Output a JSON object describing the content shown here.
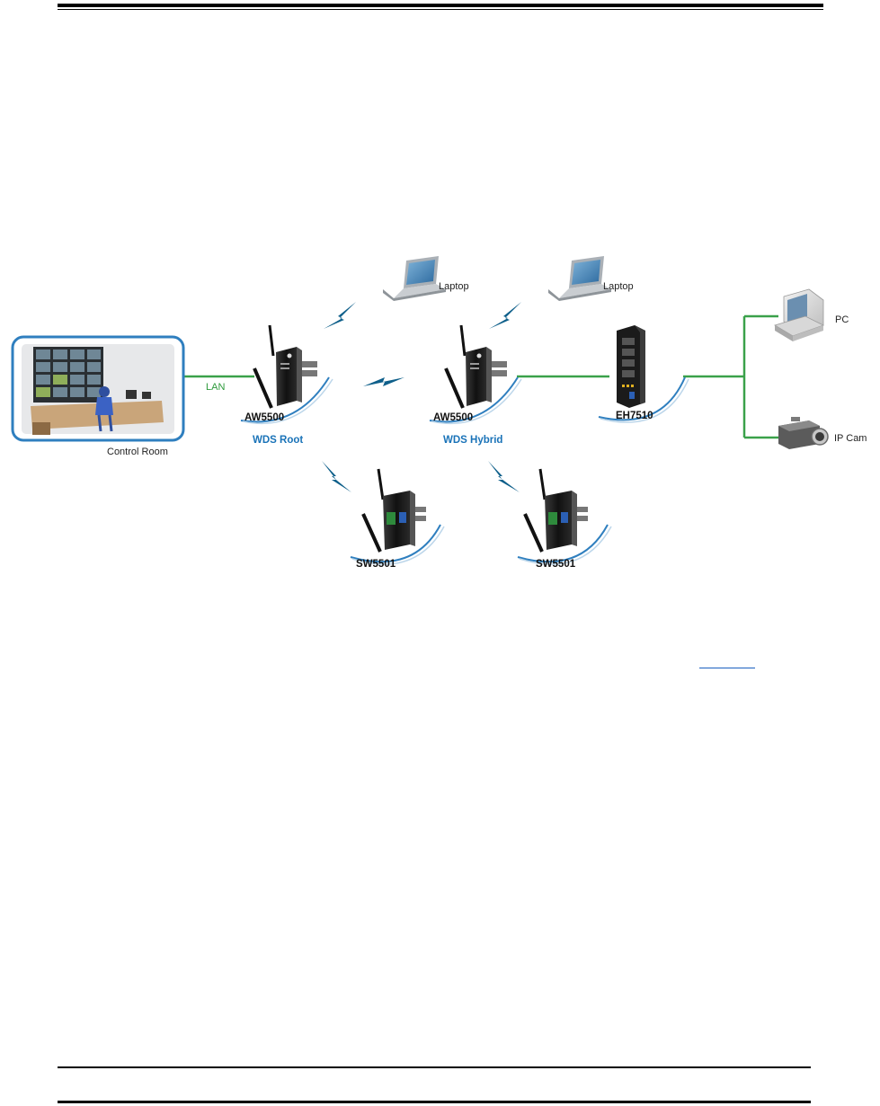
{
  "diagram": {
    "control_room": "Control Room",
    "lan_label": "LAN",
    "root_device": {
      "model": "AW5500",
      "role": "WDS Root"
    },
    "hybrid_device": {
      "model": "AW5500",
      "role": "WDS Hybrid"
    },
    "switch": {
      "model": "EH7510"
    },
    "clients": {
      "laptop_1": "Laptop",
      "laptop_2": "Laptop",
      "pc": "PC",
      "ip_cam": "IP Cam"
    },
    "stations": {
      "left": "SW5501",
      "right": "SW5501"
    }
  },
  "colors": {
    "wired_link": "#3aa14a",
    "wireless_bolt": "#0e5f8a",
    "role_text": "#1a73b8",
    "control_room_frame": "#2f7fbf"
  }
}
